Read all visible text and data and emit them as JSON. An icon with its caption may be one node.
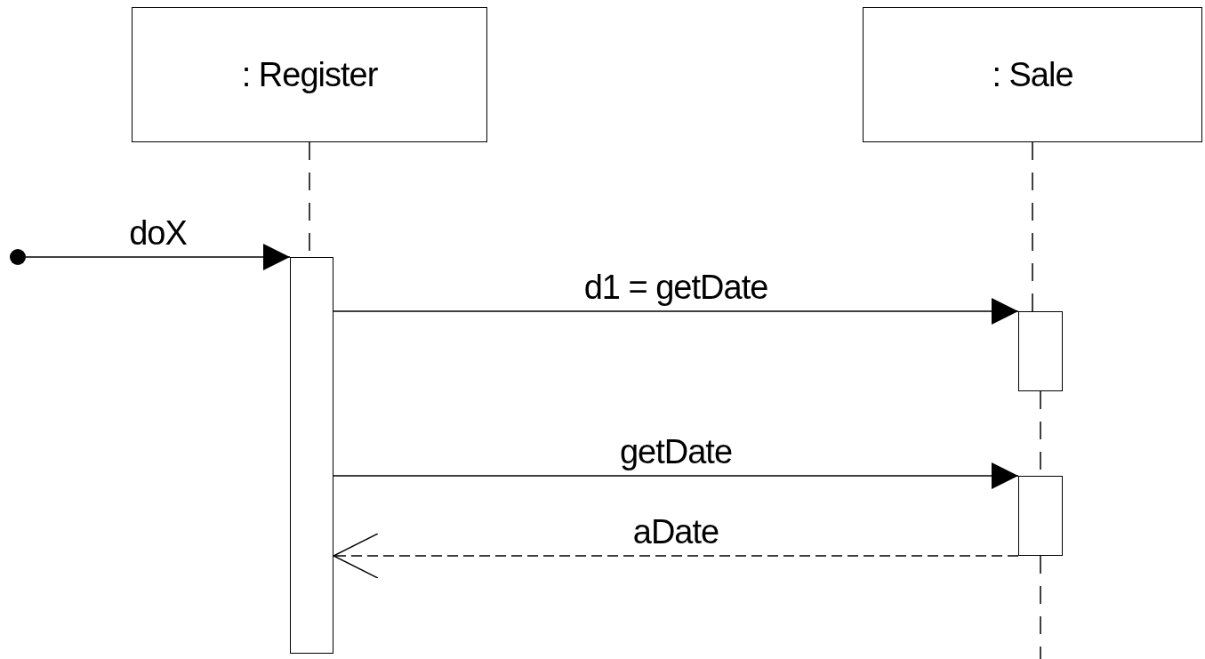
{
  "diagram": {
    "nodes": [
      {
        "text": [
          ": Register"
        ]
      },
      {
        "text": [
          ": Sale"
        ]
      },
      {
        "text": [],
        "shape": "circle"
      },
      {
        "text": [],
        "shape": "bar"
      },
      {
        "text": [],
        "shape": "bar"
      },
      {
        "text": [],
        "shape": "bar"
      }
    ],
    "edges": [
      {
        "from": 0,
        "to": 3,
        "arrow": "none",
        "style": "dashed"
      },
      {
        "from": 1,
        "to": 4,
        "arrow": "none",
        "style": "dashed"
      },
      {
        "from": 4,
        "to": 5,
        "arrow": "none",
        "style": "dashed"
      },
      {
        "from": 5,
        "to": null,
        "arrow": "none",
        "style": "dashed"
      },
      {
        "from": 2,
        "to": 3,
        "arrow": "to",
        "label": "doX"
      },
      {
        "from": 3,
        "to": 4,
        "arrow": "to",
        "label": "d1 = getDate"
      },
      {
        "from": 3,
        "to": 5,
        "arrow": "to",
        "label": "getDate"
      },
      {
        "from": 5,
        "to": 3,
        "arrow": "to",
        "label": "aDate",
        "style": "dashed"
      }
    ]
  }
}
